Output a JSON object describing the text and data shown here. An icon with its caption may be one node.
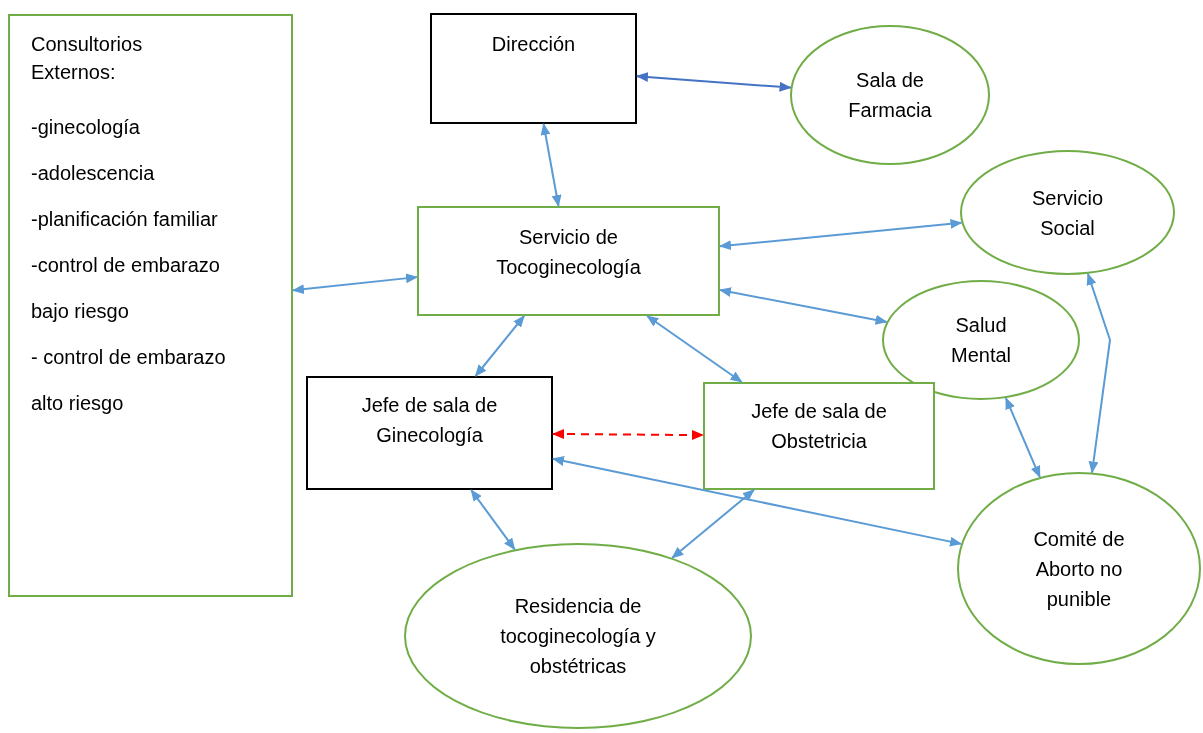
{
  "diagram": {
    "nodes": [
      {
        "text": [
          "Consultorios Externos:",
          "-ginecología",
          "-adolescencia",
          "-planificación familiar",
          "-control de embarazo bajo riesgo",
          "- control de embarazo alto riesgo"
        ]
      },
      {
        "text": [
          "Dirección"
        ]
      },
      {
        "text": [
          "Sala de Farmacia"
        ]
      },
      {
        "text": [
          "Servicio de Tocoginecología"
        ]
      },
      {
        "text": [
          "Servicio Social"
        ]
      },
      {
        "text": [
          "Salud Mental"
        ]
      },
      {
        "text": [
          "Jefe de sala de Ginecología"
        ]
      },
      {
        "text": [
          "Jefe de sala de Obstetricia"
        ]
      },
      {
        "text": [
          "Residencia de tocoginecología y obstétricas"
        ]
      },
      {
        "text": [
          "Comité de Aborto no punible"
        ]
      }
    ],
    "edges": [
      {
        "from": 1,
        "to": 2,
        "arrow": "both",
        "color": "#4472c4"
      },
      {
        "from": 1,
        "to": 3,
        "arrow": "both"
      },
      {
        "from": 0,
        "to": 3,
        "arrow": "both"
      },
      {
        "from": 3,
        "to": 4,
        "arrow": "both"
      },
      {
        "from": 3,
        "to": 5,
        "arrow": "both"
      },
      {
        "from": 3,
        "to": 6,
        "arrow": "both"
      },
      {
        "from": 3,
        "to": 7,
        "arrow": "both"
      },
      {
        "from": 6,
        "to": 7,
        "arrow": "both",
        "style": "dashed",
        "color": "#ff0000"
      },
      {
        "from": 6,
        "to": 8,
        "arrow": "both"
      },
      {
        "from": 6,
        "to": 9,
        "arrow": "both"
      },
      {
        "from": 7,
        "to": 8,
        "arrow": "both"
      },
      {
        "from": 5,
        "to": 9,
        "arrow": "both"
      },
      {
        "from": 4,
        "to": 9,
        "arrow": "both"
      }
    ]
  }
}
